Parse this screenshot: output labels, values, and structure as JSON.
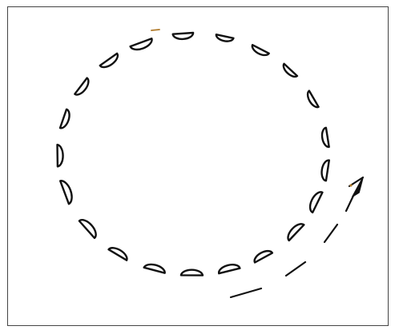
{
  "figure": {
    "description_label": "",
    "colors": {
      "ink": "#111111",
      "frame": "#444444",
      "accent": "#b07a2a",
      "background": "#ffffff"
    },
    "elements": {
      "ring": "circle-of-semicircle-segments",
      "segment_count": 21,
      "trail": "dashed-curve",
      "arrowhead": "arrow-up-right"
    }
  }
}
